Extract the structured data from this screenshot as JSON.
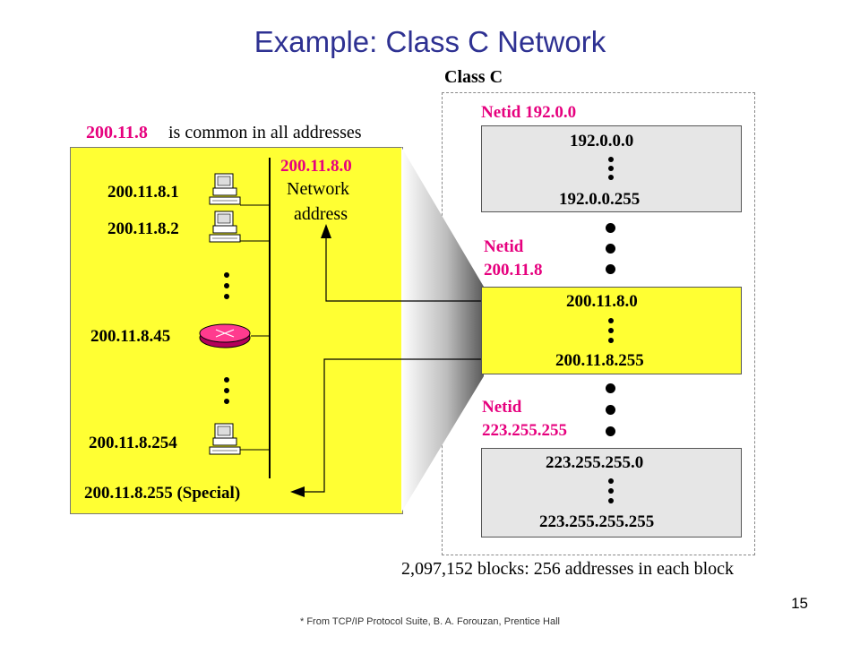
{
  "title": "Example:  Class C Network",
  "left_panel": {
    "caption_prefix": "200.11.8",
    "caption_suffix": "is common in all addresses",
    "network_address_value": "200.11.8.0",
    "network_address_label_line1": "Network",
    "network_address_label_line2": "address",
    "hosts": [
      "200.11.8.1",
      "200.11.8.2",
      "200.11.8.45",
      "200.11.8.254"
    ],
    "broadcast": "200.11.8.255 (Special)"
  },
  "class_panel": {
    "label": "Class C",
    "block_first": {
      "netid_label": "Netid 192.0.0",
      "first_address": "192.0.0.0",
      "last_address": "192.0.0.255"
    },
    "block_middle": {
      "netid_label_line1": "Netid",
      "netid_label_line2": "200.11.8",
      "first_address": "200.11.8.0",
      "last_address": "200.11.8.255"
    },
    "block_last": {
      "netid_label_line1": "Netid",
      "netid_label_line2": "223.255.255",
      "first_address": "223.255.255.0",
      "last_address": "223.255.255.255"
    },
    "summary": "2,097,152 blocks: 256 addresses in each block"
  },
  "footnote": "* From TCP/IP Protocol Suite, B. A. Forouzan, Prentice Hall",
  "page_number": "15",
  "colors": {
    "title": "#2e3192",
    "highlight": "#e6007e",
    "network_fill": "#ffff33",
    "block_fill": "#e6e6e6"
  }
}
